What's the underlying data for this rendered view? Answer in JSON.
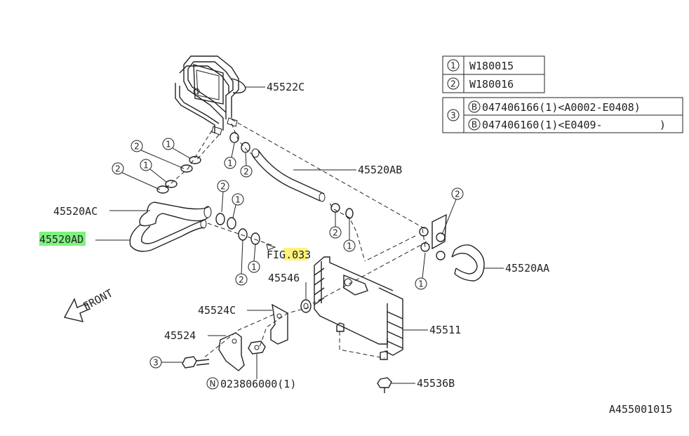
{
  "diagram_id": "A455001015",
  "legend": [
    {
      "ref": "1",
      "parts": [
        "W180015"
      ]
    },
    {
      "ref": "2",
      "parts": [
        "W180016"
      ]
    },
    {
      "ref": "3",
      "parts": [
        "047406166(1)<A0002-E0408)",
        "047406160(1)<E0409-         )"
      ],
      "prefix": "B"
    }
  ],
  "parts": {
    "p45522C": "45522C",
    "p45520AB": "45520AB",
    "p45520AC": "45520AC",
    "p45520AD": "45520AD",
    "p45520AA": "45520AA",
    "p45546": "45546",
    "p45524C": "45524C",
    "p45524": "45524",
    "p45511": "45511",
    "p45536B": "45536B",
    "nut": "023806000(1)",
    "nut_prefix": "N",
    "fig_ref": "FIG.033"
  },
  "callouts": {
    "c1": "1",
    "c2": "2",
    "c3": "3"
  },
  "front_label": "FRONT",
  "highlight_colors": {
    "part_label": "#7ff27f",
    "fig_ref": "#fff27a"
  }
}
